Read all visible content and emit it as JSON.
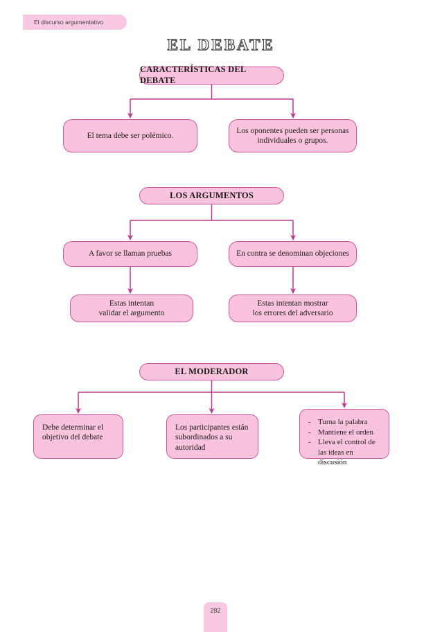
{
  "header": {
    "tab_label": "El discurso argumentativo"
  },
  "page": {
    "title": "EL DEBATE",
    "number": "282"
  },
  "theme": {
    "node_fill": "#f9c3de",
    "node_border": "#d4559f",
    "connector": "#c0388c",
    "tab_fill": "#f9c9e2",
    "text": "#1b1b1b"
  },
  "diagram": {
    "type": "flowchart",
    "sections": [
      {
        "id": "caracteristicas",
        "heading": "CARACTERÍSTICAS DEL DEBATE",
        "children": [
          {
            "id": "tema",
            "text": "El tema debe ser polémico."
          },
          {
            "id": "oponentes",
            "text": "Los oponentes pueden ser personas individuales o grupos."
          }
        ]
      },
      {
        "id": "argumentos",
        "heading": "LOS ARGUMENTOS",
        "children": [
          {
            "id": "afavor",
            "text": "A favor se llaman pruebas"
          },
          {
            "id": "encontra",
            "text": "En contra se denominan objeciones"
          }
        ],
        "grandchildren": [
          {
            "id": "validar",
            "line1": "Estas intentan",
            "line2": "validar el argumento"
          },
          {
            "id": "errores",
            "line1": "Estas intentan mostrar",
            "line2": "los errores del adversario"
          }
        ]
      },
      {
        "id": "moderador",
        "heading": "EL MODERADOR",
        "children": [
          {
            "id": "objetivo",
            "line1": "Debe determinar el",
            "line2": "objetivo del debate"
          },
          {
            "id": "participantes",
            "line1": "Los participantes están",
            "line2": "subordinados a su",
            "line3": "autoridad"
          },
          {
            "id": "turnos",
            "bullets": [
              {
                "dash": "-",
                "text": "Turna la palabra"
              },
              {
                "dash": "-",
                "text": "Mantiene el orden"
              },
              {
                "dash": "-",
                "text": "Lleva el control de las ideas en discusión"
              }
            ]
          }
        ]
      }
    ]
  }
}
